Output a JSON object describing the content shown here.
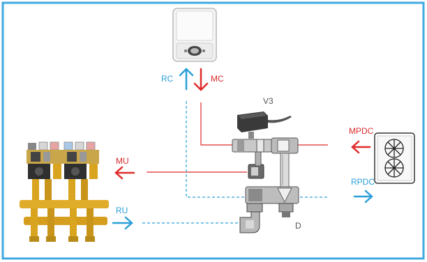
{
  "colors": {
    "frame": "#3fa9e0",
    "hot": "#e02b2b",
    "cold": "#2a9fd8",
    "valve_dark": "#3a3a3a",
    "brass": "#d9a520",
    "pipe_gray": "#b8b8b8"
  },
  "labels": {
    "rc": "RC",
    "mc": "MC",
    "v3": "V3",
    "mpdc": "MPDC",
    "mu": "MU",
    "rpdc": "RPDC",
    "ru": "RU",
    "d": "D"
  },
  "icons": {
    "boiler": "wall-boiler-icon",
    "heat_pump": "heat-pump-fan-unit-icon",
    "manifold": "brass-manifold-icon",
    "valve_assembly": "three-way-valve-assembly-icon"
  }
}
